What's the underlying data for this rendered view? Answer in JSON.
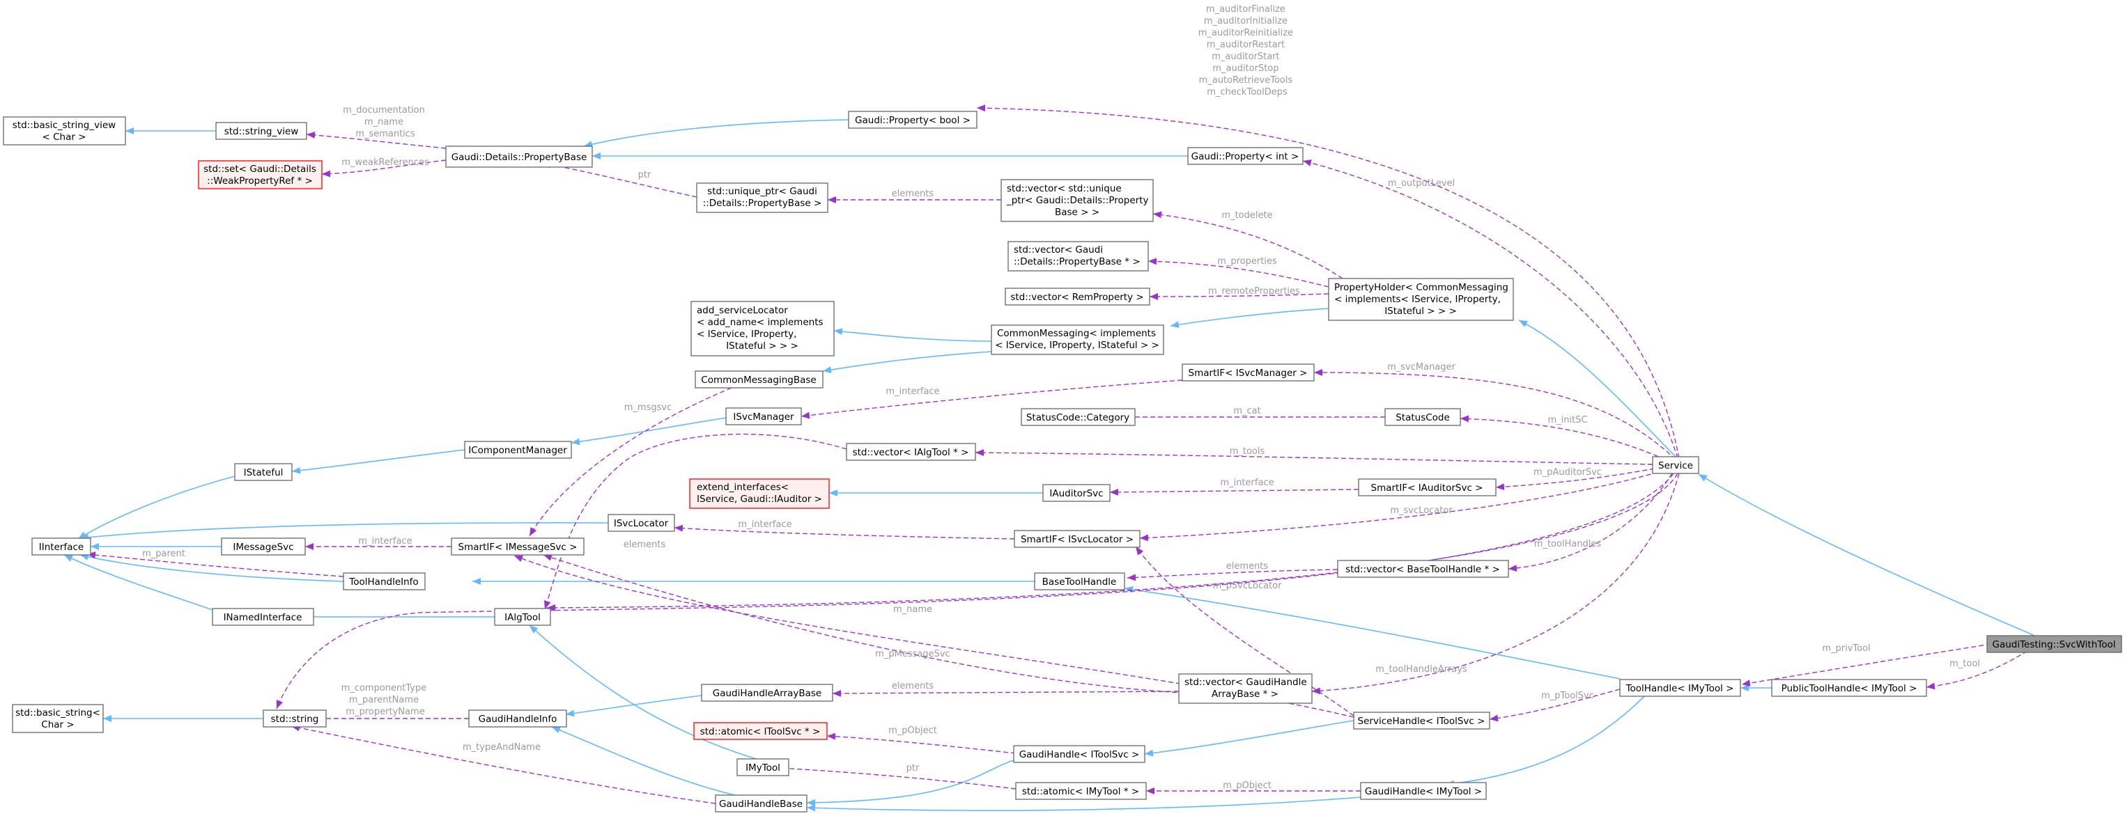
{
  "colors": {
    "inheritance_edge": "#63b8ff",
    "member_edge": "#9a32cd",
    "focus_node": "#999999",
    "undocumented_node_border": "#ff0000",
    "edge_label": "#9a9a9a"
  },
  "nodes": {
    "basic_string_view": [
      "std::basic_string_view",
      "< Char >"
    ],
    "string_view": [
      "std::string_view"
    ],
    "set_weakref": [
      "std::set< Gaudi::Details",
      "::WeakPropertyRef * >"
    ],
    "property_base": [
      "Gaudi::Details::PropertyBase"
    ],
    "property_bool": [
      "Gaudi::Property< bool >"
    ],
    "property_int": [
      "Gaudi::Property< int >"
    ],
    "unique_ptr_pb": [
      "std::unique_ptr< Gaudi",
      "::Details::PropertyBase >"
    ],
    "vector_unique_ptr": [
      "std::vector< std::unique",
      "_ptr< Gaudi::Details::Property",
      "Base > >"
    ],
    "vector_pb_ptr": [
      "std::vector< Gaudi",
      "::Details::PropertyBase * >"
    ],
    "vector_remprop": [
      "std::vector< RemProperty >"
    ],
    "property_holder": [
      "PropertyHolder< CommonMessaging",
      "< implements< IService, IProperty,",
      "IStateful > > >"
    ],
    "add_service_locator": [
      "add_serviceLocator",
      "< add_name< implements",
      "< IService, IProperty,",
      "IStateful > > >"
    ],
    "common_messaging": [
      "CommonMessaging< implements",
      "< IService, IProperty, IStateful > >"
    ],
    "common_messaging_base": [
      "CommonMessagingBase"
    ],
    "smartif_svcmanager": [
      "SmartIF< ISvcManager >"
    ],
    "isvcmanager": [
      "ISvcManager"
    ],
    "statuscode_category": [
      "StatusCode::Category"
    ],
    "statuscode": [
      "StatusCode"
    ],
    "icomponentmanager": [
      "IComponentManager"
    ],
    "istateful": [
      "IStateful"
    ],
    "vector_ialgtool": [
      "std::vector< IAlgTool * >"
    ],
    "extend_interfaces": [
      "extend_interfaces<",
      "IService, Gaudi::IAuditor >"
    ],
    "iauditorsvc": [
      "IAuditorSvc"
    ],
    "smartif_auditorsvc": [
      "SmartIF< IAuditorSvc >"
    ],
    "service": [
      "Service"
    ],
    "iinterface": [
      "IInterface"
    ],
    "imessagesvc": [
      "IMessageSvc"
    ],
    "smartif_messagesvc": [
      "SmartIF< IMessageSvc >"
    ],
    "isvclocator": [
      "ISvcLocator"
    ],
    "smartif_svclocator": [
      "SmartIF< ISvcLocator >"
    ],
    "vector_basetoolhandle": [
      "std::vector< BaseToolHandle * >"
    ],
    "toolhandleinfo": [
      "ToolHandleInfo"
    ],
    "basetoolhandle": [
      "BaseToolHandle"
    ],
    "inamedinterface": [
      "INamedInterface"
    ],
    "ialgtool": [
      "IAlgTool"
    ],
    "svcwithtool": [
      "GaudiTesting::SvcWithTool"
    ],
    "basic_string": [
      "std::basic_string<",
      "Char >"
    ],
    "std_string": [
      "std::string"
    ],
    "gaudihandlearraybase": [
      "GaudiHandleArrayBase"
    ],
    "vector_gaudihandlearraybase": [
      "std::vector< GaudiHandle",
      "ArrayBase * >"
    ],
    "toolhandle_imytool": [
      "ToolHandle< IMyTool >"
    ],
    "publictoolhandle": [
      "PublicToolHandle< IMyTool >"
    ],
    "gaudihandleinfo": [
      "GaudiHandleInfo"
    ],
    "servicehandle_itoolsvc": [
      "ServiceHandle< IToolSvc >"
    ],
    "atomic_itoolsvc": [
      "std::atomic< IToolSvc * >"
    ],
    "gaudihandle_itoolsvc": [
      "GaudiHandle< IToolSvc >"
    ],
    "imytool": [
      "IMyTool"
    ],
    "atomic_imytool": [
      "std::atomic< IMyTool * >"
    ],
    "gaudihandle_imytool": [
      "GaudiHandle< IMyTool >"
    ],
    "gaudihandlebase": [
      "GaudiHandleBase"
    ]
  },
  "edge_labels": {
    "auditor_list": [
      "m_auditorFinalize",
      "m_auditorInitialize",
      "m_auditorReinitialize",
      "m_auditorRestart",
      "m_auditorStart",
      "m_auditorStop",
      "m_autoRetrieveTools",
      "m_checkToolDeps"
    ],
    "doc_list": [
      "m_documentation",
      "m_name",
      "m_semantics"
    ],
    "weak_references": "m_weakReferences",
    "ptr": "ptr",
    "elements": "elements",
    "output_level": "m_outputLevel",
    "todelete": "m_todelete",
    "properties": "m_properties",
    "remote_properties": "m_remoteProperties",
    "svc_manager": "m_svcManager",
    "interface": "m_interface",
    "msgsvc": "m_msgsvc",
    "cat": "m_cat",
    "init_sc": "m_initSC",
    "tools": "m_tools",
    "p_auditor_svc": "m_pAuditorSvc",
    "svc_locator": "m_svcLocator",
    "parent": "m_parent",
    "tool_handles": "m_toolHandles",
    "p_svc_locator": "m_pSvcLocator",
    "name": "m_name",
    "p_message_svc": "m_pMessageSvc",
    "tool_handle_arrays": "m_toolHandleArrays",
    "priv_tool": "m_privTool",
    "tool": "m_tool",
    "p_tool_svc": "m_pToolSvc",
    "p_object": "m_pObject",
    "handle_info_list": [
      "m_componentType",
      "m_parentName",
      "m_propertyName"
    ],
    "type_and_name": "m_typeAndName"
  }
}
